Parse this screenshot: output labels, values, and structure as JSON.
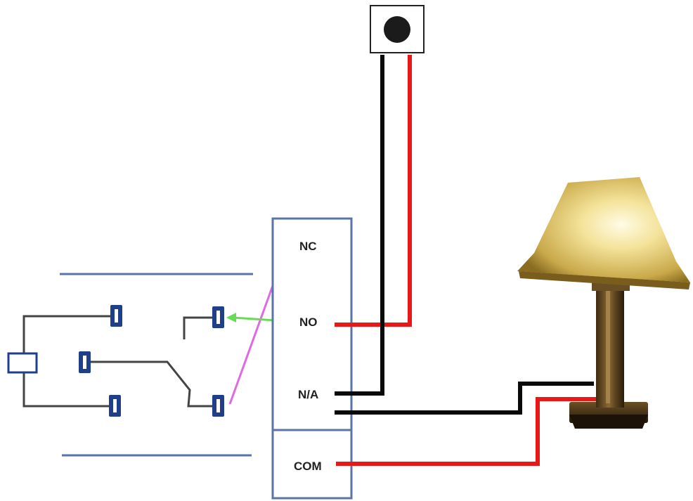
{
  "terminals": {
    "nc": "NC",
    "no": "NO",
    "na": "N/A",
    "com": "COM"
  },
  "colors": {
    "live_wire": "#e81818",
    "neutral_wire": "#0a0a0a",
    "panel_border": "#5a73a8",
    "contact_fill": "#1f3f8a",
    "switch_link": "#e06be0",
    "actuation_arrow": "#66dd55",
    "circuit_wire": "#333333"
  },
  "icons": {
    "push_button": "push-button-icon",
    "lamp": "table-lamp-icon",
    "relay_coil": "relay-coil-icon"
  }
}
